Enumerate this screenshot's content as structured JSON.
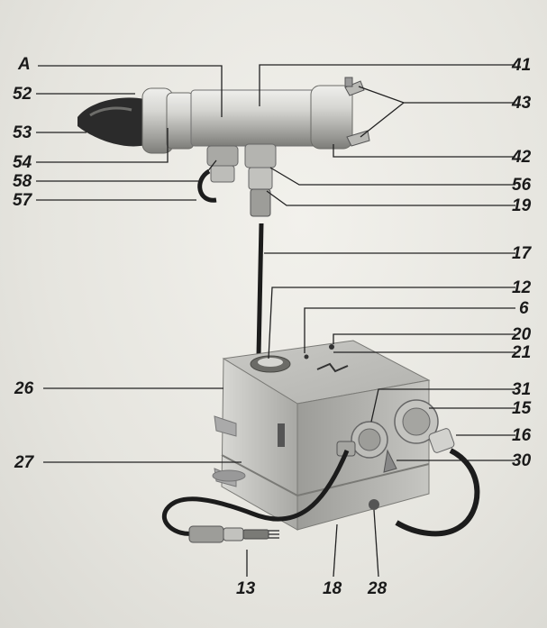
{
  "labels": {
    "A": "A",
    "l52": "52",
    "l53": "53",
    "l54": "54",
    "l58": "58",
    "l57": "57",
    "l41": "41",
    "l43": "43",
    "l42": "42",
    "l56": "56",
    "l19": "19",
    "l17": "17",
    "l12": "12",
    "l6": "6",
    "l20": "20",
    "l21": "21",
    "l26": "26",
    "l31": "31",
    "l15": "15",
    "l16": "16",
    "l27": "27",
    "l30": "30",
    "l13": "13",
    "l18": "18",
    "l28": "28"
  },
  "colors": {
    "background": "#e6e5df",
    "metal_light": "#d4d4d0",
    "metal_dark": "#8a8a86",
    "eyepiece": "#2b2b2b",
    "cable": "#1c1c1c",
    "leader_line": "#222222"
  }
}
